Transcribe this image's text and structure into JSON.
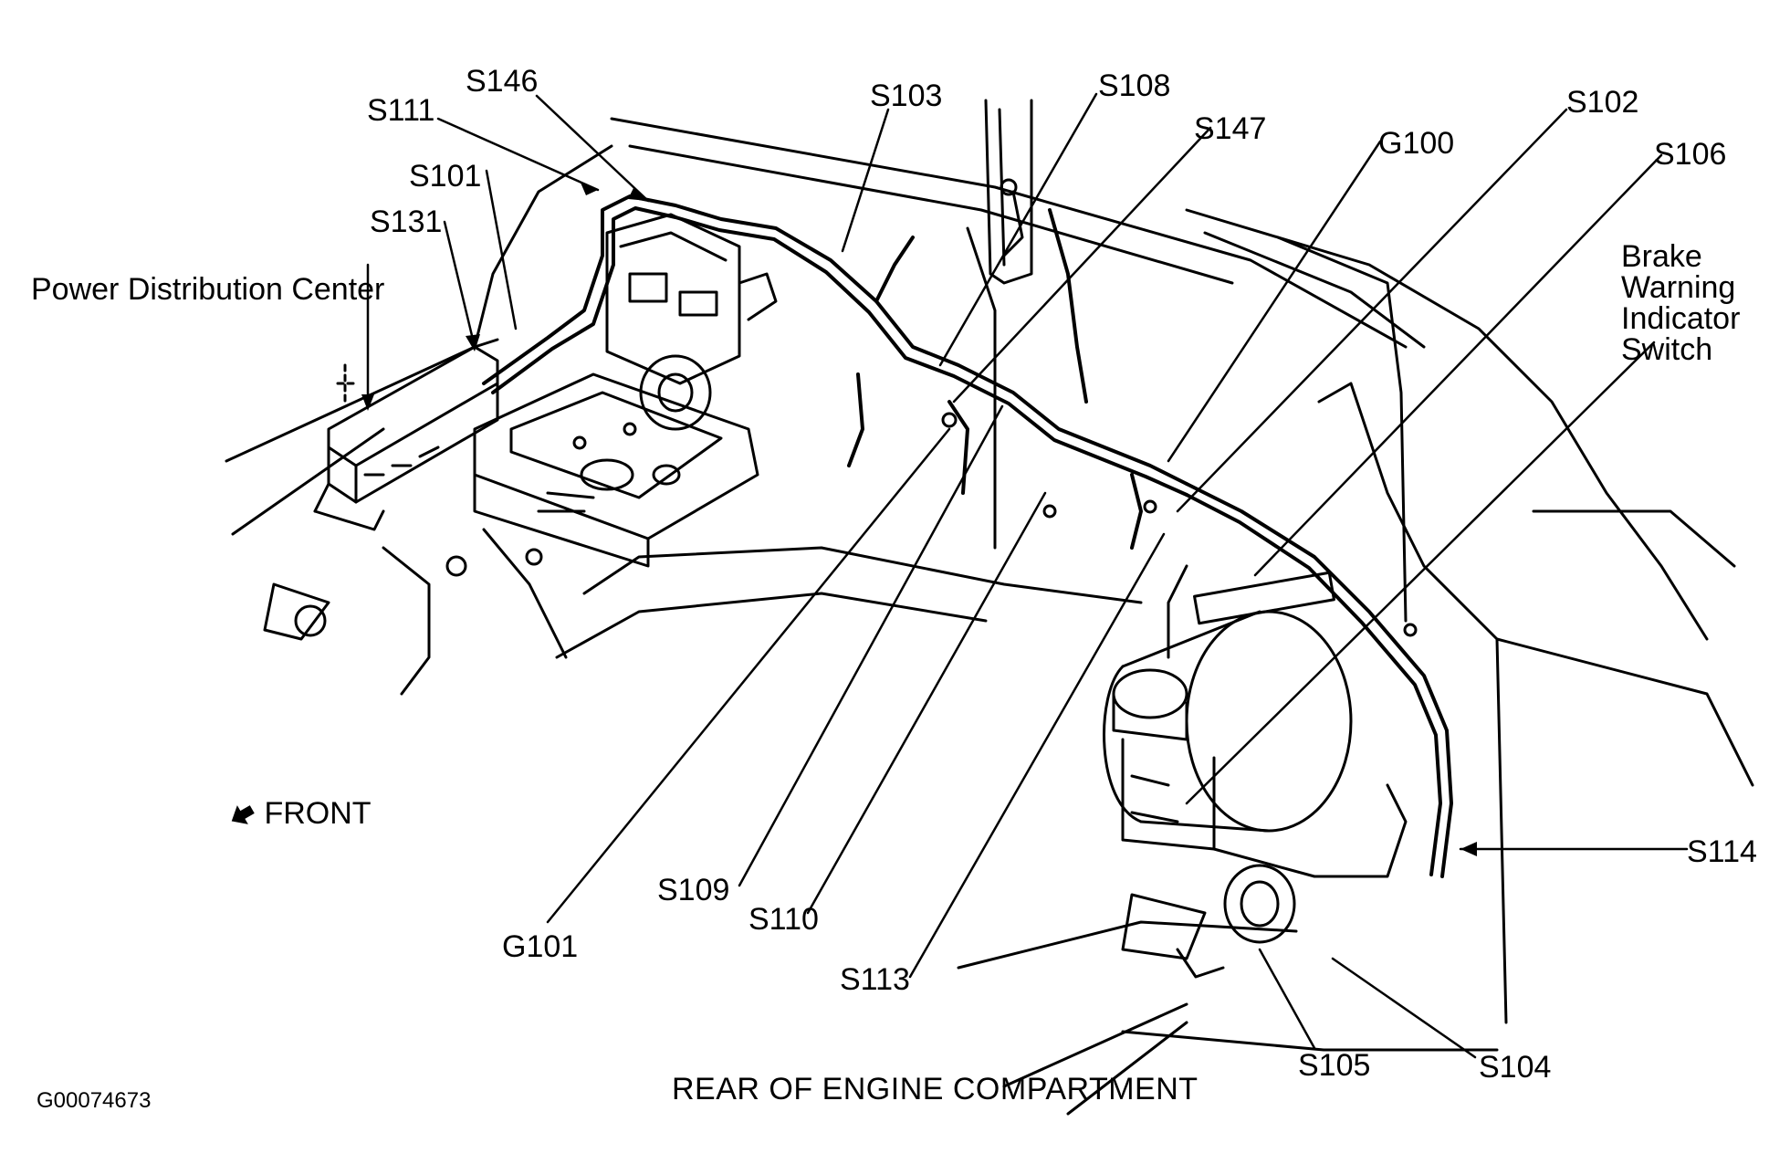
{
  "figure_id": "G00074673",
  "caption": "REAR OF ENGINE COMPARTMENT",
  "orientation": {
    "label": "FRONT",
    "icon": "arrow-left-icon"
  },
  "callouts": {
    "pdc": "Power Distribution Center",
    "s131": "S131",
    "s101": "S101",
    "s111": "S111",
    "s146": "S146",
    "s103": "S103",
    "s108": "S108",
    "s147": "S147",
    "g100": "G100",
    "s102": "S102",
    "s106": "S106",
    "brake": "Brake\nWarning\nIndicator\nSwitch",
    "s114": "S114",
    "s104": "S104",
    "s105": "S105",
    "s113": "S113",
    "s110": "S110",
    "s109": "S109",
    "g101": "G101"
  }
}
